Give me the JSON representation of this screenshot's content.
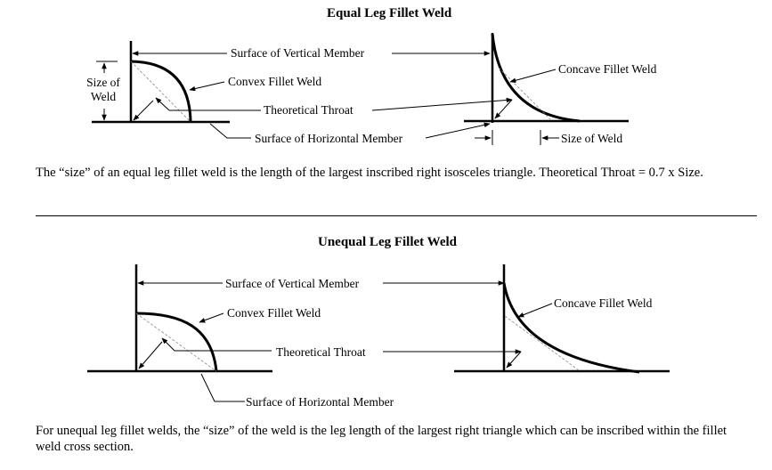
{
  "equal": {
    "title": "Equal Leg Fillet Weld",
    "labels": {
      "surface_vertical": "Surface of Vertical Member",
      "size_of_weld": "Size of Weld",
      "convex": "Convex Fillet Weld",
      "theoretical_throat": "Theoretical Throat",
      "concave": "Concave Fillet Weld",
      "surface_horizontal": "Surface of Horizontal Member",
      "size_of_weld_right": "Size of Weld"
    },
    "caption": "The “size” of an equal leg fillet weld is the length of the largest inscribed right isosceles triangle.  Theoretical Throat = 0.7 x Size."
  },
  "unequal": {
    "title": "Unequal Leg Fillet Weld",
    "labels": {
      "surface_vertical": "Surface of Vertical Member",
      "convex": "Convex Fillet Weld",
      "concave": "Concave Fillet Weld",
      "theoretical_throat": "Theoretical Throat",
      "surface_horizontal": "Surface of Horizontal Member"
    },
    "caption": "For unequal leg fillet welds, the “size” of the weld is the leg length of the largest right triangle which can be inscribed within the fillet weld cross section."
  }
}
